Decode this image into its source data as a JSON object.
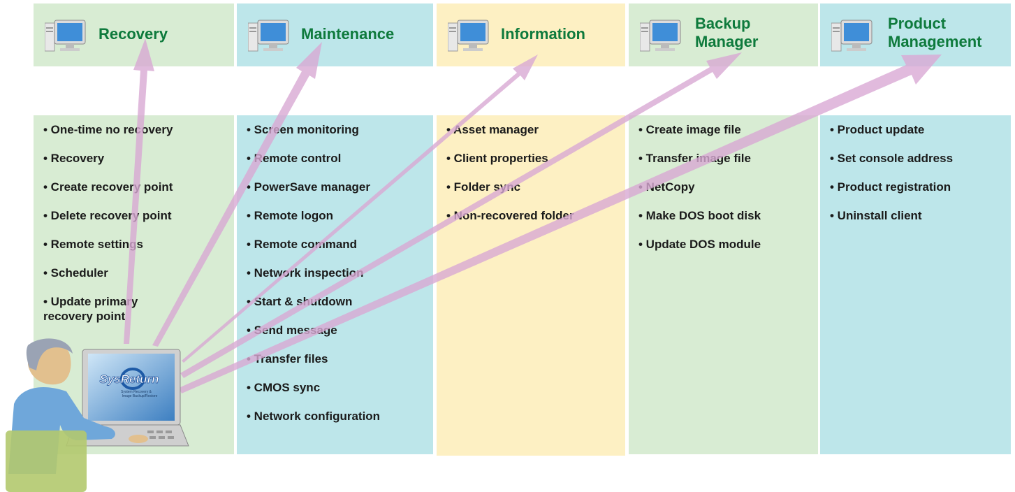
{
  "colors": {
    "green": "#d8ecd3",
    "blue": "#bde6ea",
    "yellow": "#fdf0c3",
    "title": "#0e7a3c",
    "arrow": "#d9a9d4"
  },
  "columns": [
    {
      "title_line1": "Recovery",
      "title_line2": "",
      "items": [
        "• One-time no recovery",
        "• Recovery",
        "• Create recovery point",
        "• Delete recovery point",
        "• Remote settings",
        "• Scheduler",
        "• Update primary recovery point"
      ]
    },
    {
      "title_line1": "Maintenance",
      "title_line2": "",
      "items": [
        "• Screen monitoring",
        "• Remote control",
        "• PowerSave manager",
        "• Remote logon",
        "• Remote command",
        "• Network inspection",
        "• Start & shutdown",
        "• Send message",
        "• Transfer files",
        "• CMOS sync",
        "• Network configuration"
      ]
    },
    {
      "title_line1": "Information",
      "title_line2": "",
      "items": [
        "• Asset manager",
        "• Client properties",
        "• Folder sync",
        "• Non-recovered folder"
      ]
    },
    {
      "title_line1": "Backup",
      "title_line2": "Manager",
      "items": [
        "• Create image file",
        "• Transfer image file",
        "• NetCopy",
        "• Make DOS boot disk",
        "• Update DOS module"
      ]
    },
    {
      "title_line1": "Product",
      "title_line2": "Management",
      "items": [
        "• Product update",
        "• Set console address",
        "• Product registration",
        "• Uninstall client"
      ]
    }
  ],
  "monitor": {
    "logo": "SysReturn",
    "tagline_1": "System Recovery &",
    "tagline_2": "Image Backup/Restore"
  },
  "icons": {
    "header": "computer-tower-monitor-icon",
    "user": "user-at-laptop-illustration"
  }
}
